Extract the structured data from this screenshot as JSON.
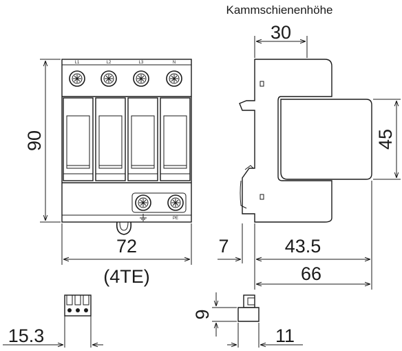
{
  "title_label": "Kammschienenhöhe",
  "terminals_top": [
    "L1",
    "L2",
    "L3",
    "N"
  ],
  "terminal_pe": "PE",
  "dimensions": {
    "comb_bar_height": "30",
    "module_height": "90",
    "module_front_height": "45",
    "width": "72",
    "width_te": "(4TE)",
    "depth_offset": "7",
    "depth_front": "43.5",
    "depth_total": "66",
    "connector_width": "15.3",
    "connector_height": "9",
    "connector_depth": "11"
  }
}
